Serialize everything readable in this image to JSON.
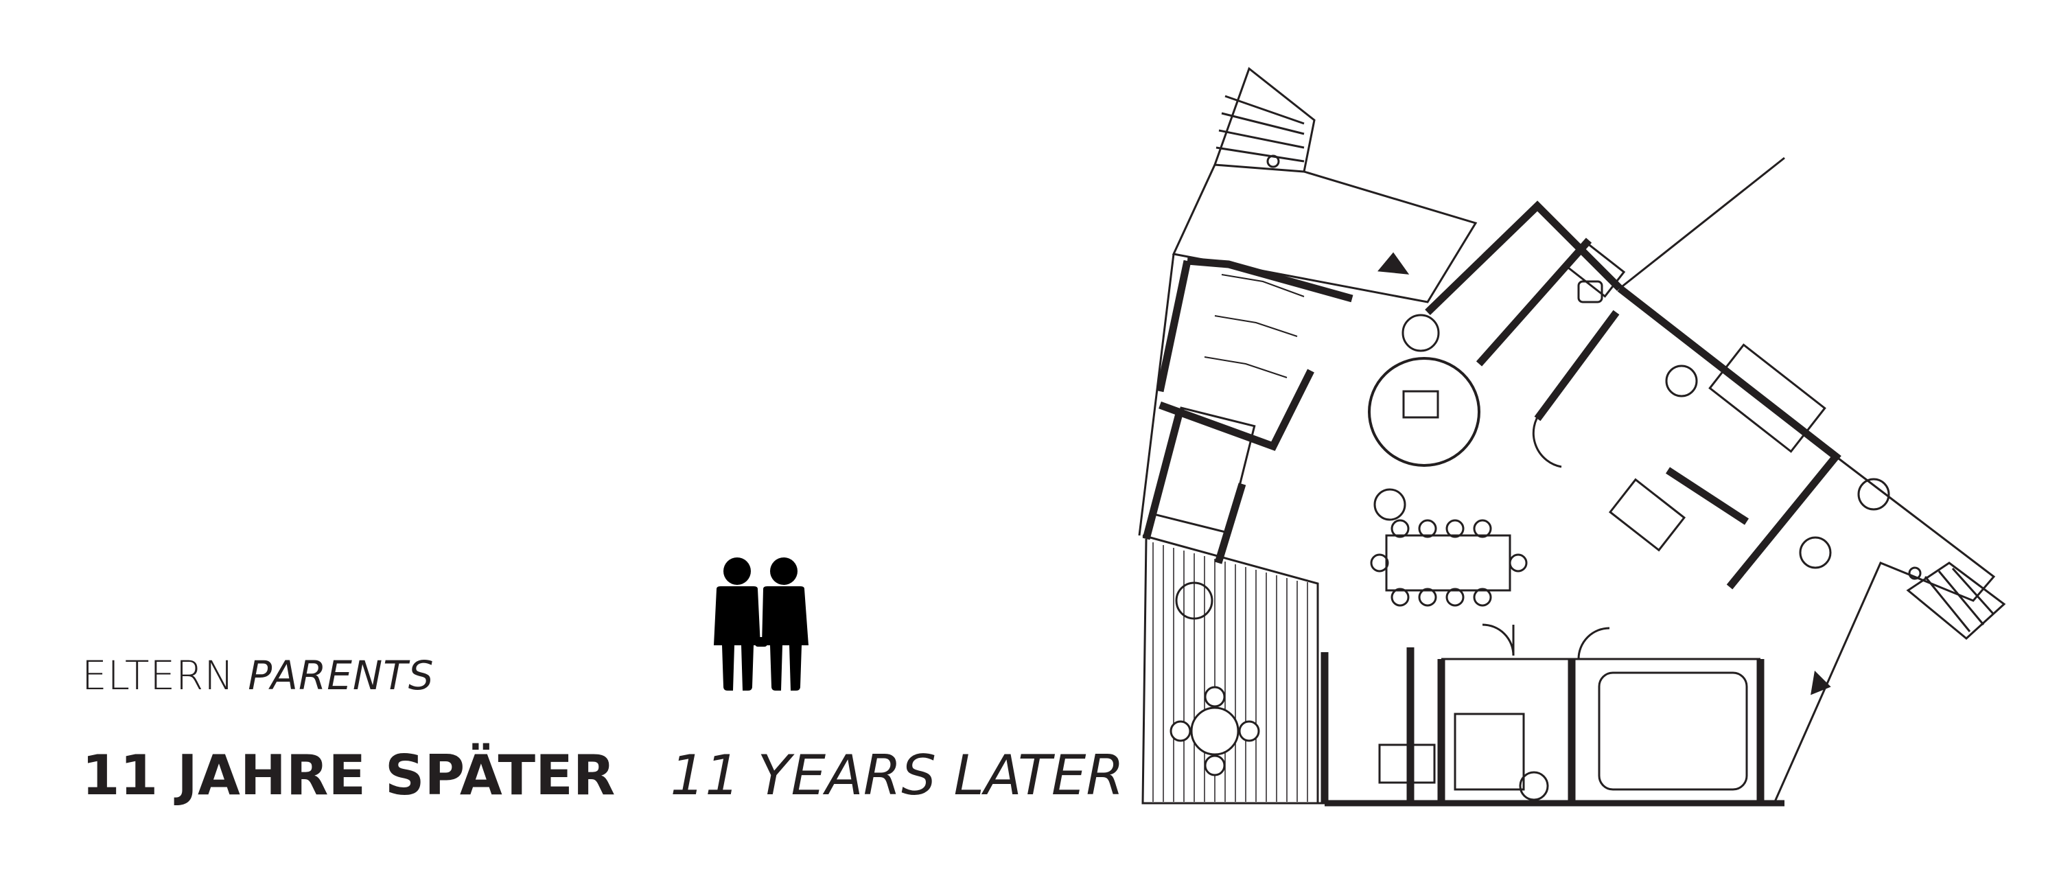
{
  "caption": {
    "line1_de": "ELTERN",
    "line1_en": "PARENTS",
    "line2_de": "11 JAHRE SPÄTER",
    "line2_en": "11 YEARS LATER"
  },
  "icons": {
    "people": "two-standing-people-icon",
    "floor_plan": "house-floor-plan-drawing"
  },
  "colors": {
    "ink": "#231f20",
    "background": "#ffffff"
  }
}
